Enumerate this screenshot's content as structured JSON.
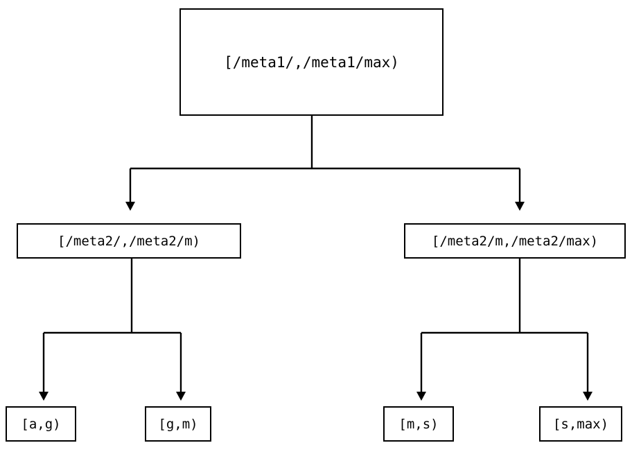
{
  "diagram": {
    "title": "range-partition-tree",
    "stroke_color": "#000000",
    "background_color": "#ffffff",
    "levels": 3,
    "root": {
      "id": "root",
      "label": "[/meta1/,/meta1/max)"
    },
    "mid": [
      {
        "id": "mid-left",
        "label": "[/meta2/,/meta2/m)"
      },
      {
        "id": "mid-right",
        "label": "[/meta2/m,/meta2/max)"
      }
    ],
    "leaves": [
      {
        "id": "leaf-a-g",
        "label": "[a,g)"
      },
      {
        "id": "leaf-g-m",
        "label": "[g,m)"
      },
      {
        "id": "leaf-m-s",
        "label": "[m,s)"
      },
      {
        "id": "leaf-s-max",
        "label": "[s,max)"
      }
    ]
  }
}
